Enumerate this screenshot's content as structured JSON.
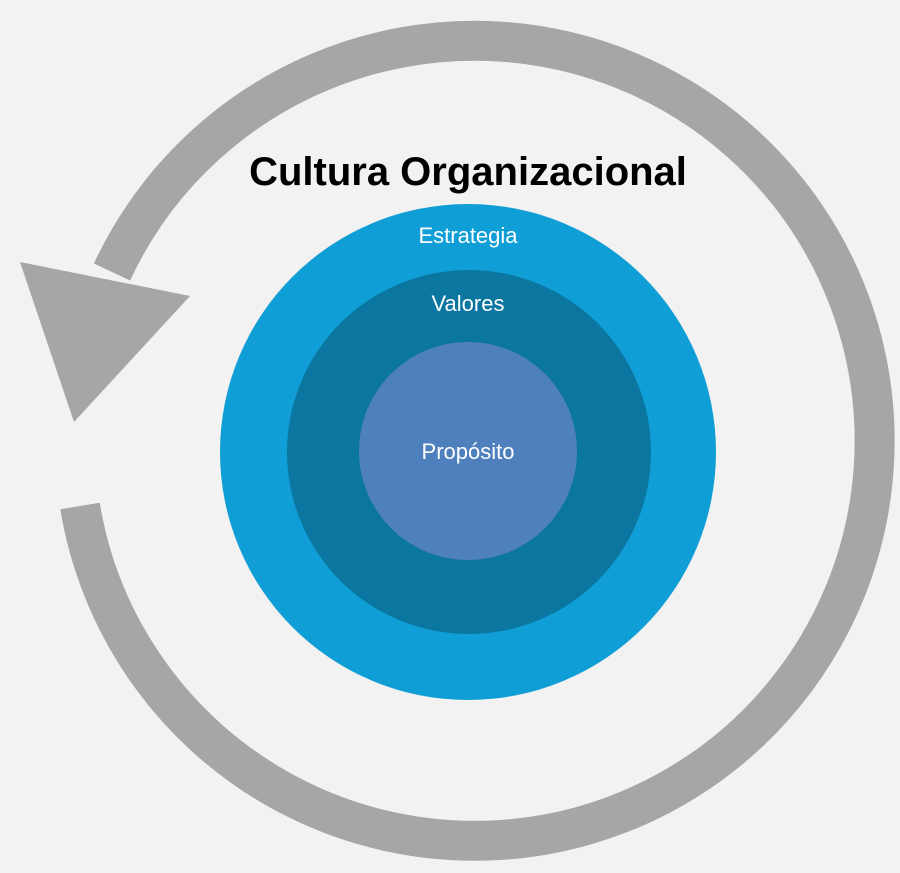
{
  "title": "Cultura Organizacional",
  "rings": {
    "outer": "Estrategia",
    "middle": "Valores",
    "inner": "Propósito"
  },
  "colors": {
    "background": "#f2f2f2",
    "arrow": "#a6a6a6",
    "outer": "#0f9ed5",
    "middle": "#0b769f",
    "inner": "#4e80bd"
  }
}
